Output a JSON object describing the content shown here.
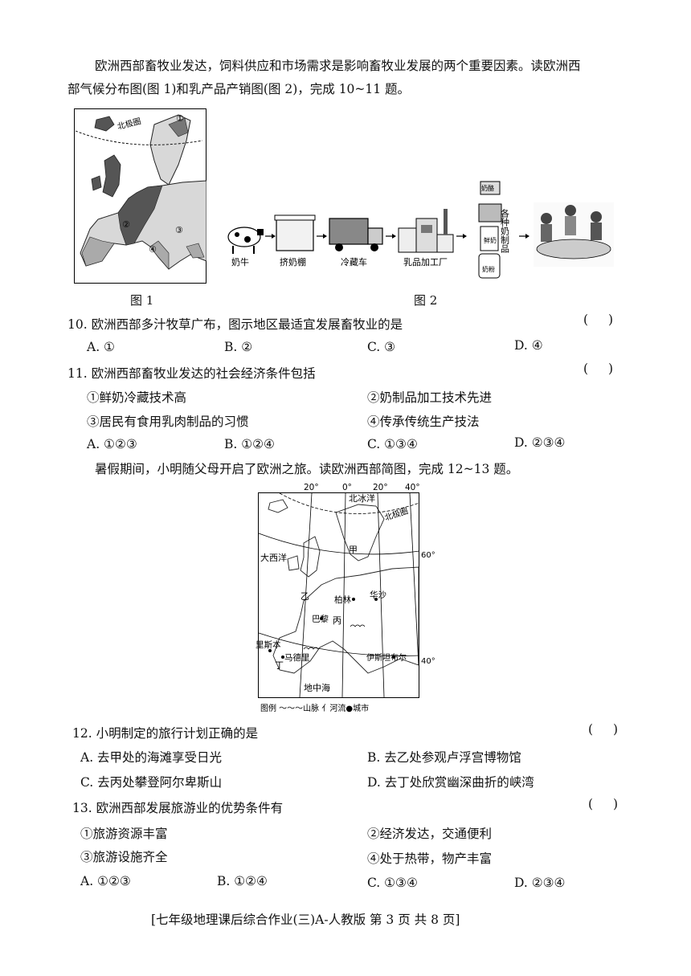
{
  "intro1": {
    "line1": "欧洲西部畜牧业发达，饲料供应和市场需求是影响畜牧业发展的两个重要因素。读欧洲西",
    "line2": "部气候分布图(图 1)和乳产品产销图(图 2)，完成 10~11 题。"
  },
  "fig1": {
    "caption": "图 1",
    "arctic_circle": "北极圈",
    "m1": "①",
    "m2": "②",
    "m3": "③",
    "m4": "④"
  },
  "fig2": {
    "caption": "图 2",
    "cow": "奶牛",
    "milking_shed": "挤奶棚",
    "truck": "冷藏车",
    "factory": "乳品加工厂",
    "cheese": "奶酪",
    "fresh_milk": "鲜奶",
    "milk_powder": "奶粉",
    "products": "各种奶制品"
  },
  "q10": {
    "text": "10. 欧洲西部多汁牧草广布，图示地区最适宜发展畜牧业的是",
    "paren": "(  )",
    "options": [
      "A. ①",
      "B. ②",
      "C. ③",
      "D. ④"
    ]
  },
  "q11": {
    "text": "11. 欧洲西部畜牧业发达的社会经济条件包括",
    "paren": "(  )",
    "items": [
      "①鲜奶冷藏技术高",
      "②奶制品加工技术先进",
      "③居民有食用乳肉制品的习惯",
      "④传承传统生产技法"
    ],
    "options": [
      "A. ①②③",
      "B. ①②④",
      "C. ①③④",
      "D. ②③④"
    ]
  },
  "intro2": "暑假期间，小明随父母开启了欧洲之旅。读欧洲西部简图，完成 12~13 题。",
  "map": {
    "lon1": "20°",
    "lon2": "0°",
    "lon3": "20°",
    "lon4": "40°",
    "lat60": "60°",
    "lat40": "40°",
    "arctic_ocean": "北冰洋",
    "arctic_circle": "北极圈",
    "atlantic": "大西洋",
    "jia": "甲",
    "yi": "乙",
    "bing": "丙",
    "ding": "丁",
    "berlin": "柏林",
    "warsaw": "华沙",
    "paris": "巴黎",
    "lisbon": "里斯本",
    "madrid": "马德里",
    "istanbul": "伊斯坦布尔",
    "med": "地中海",
    "legend": "图例 ～～～山脉 ⺅河流●城市"
  },
  "q12": {
    "text": "12. 小明制定的旅行计划正确的是",
    "paren": "(  )",
    "options": [
      "A. 去甲处的海滩享受日光",
      "B. 去乙处参观卢浮宫博物馆",
      "C. 去丙处攀登阿尔卑斯山",
      "D. 去丁处欣赏幽深曲折的峡湾"
    ]
  },
  "q13": {
    "text": "13. 欧洲西部发展旅游业的优势条件有",
    "paren": "(  )",
    "items": [
      "①旅游资源丰富",
      "②经济发达，交通便利",
      "③旅游设施齐全",
      "④处于热带，物产丰富"
    ],
    "options": [
      "A. ①②③",
      "B. ①②④",
      "C. ①③④",
      "D. ②③④"
    ]
  },
  "footer": "[七年级地理课后综合作业(三)A-人教版  第 3 页  共 8 页]"
}
